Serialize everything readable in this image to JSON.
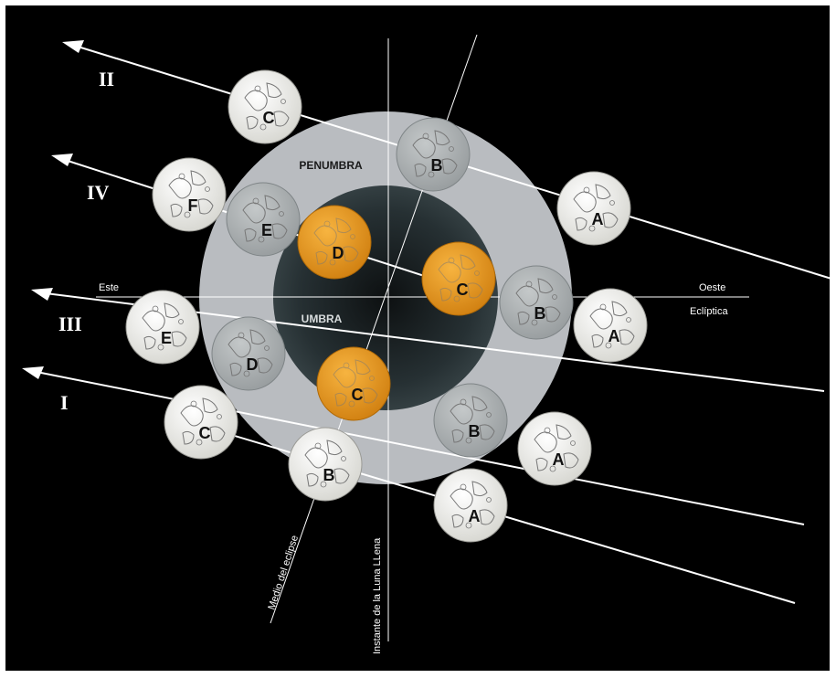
{
  "labels": {
    "penumbra": "PENUMBRA",
    "umbra": "UMBRA",
    "east": "Este",
    "west": "Oeste",
    "ecliptic": "Eclíptica",
    "mid_eclipse": "Medio del eclipse",
    "full_moon_instant": "Instante de la Luna LLena"
  },
  "paths": [
    {
      "id": "II",
      "label": "II"
    },
    {
      "id": "IV",
      "label": "IV"
    },
    {
      "id": "III",
      "label": "III"
    },
    {
      "id": "I",
      "label": "I"
    }
  ],
  "moons": [
    {
      "id": "moon-II-C",
      "letter": "C",
      "type": "white"
    },
    {
      "id": "moon-II-B",
      "letter": "B",
      "type": "gray"
    },
    {
      "id": "moon-II-A",
      "letter": "A",
      "type": "white"
    },
    {
      "id": "moon-IV-F",
      "letter": "F",
      "type": "white"
    },
    {
      "id": "moon-IV-E",
      "letter": "E",
      "type": "gray"
    },
    {
      "id": "moon-IV-D",
      "letter": "D",
      "type": "orange"
    },
    {
      "id": "moon-IV-C",
      "letter": "C",
      "type": "orange"
    },
    {
      "id": "moon-IV-B",
      "letter": "B",
      "type": "gray"
    },
    {
      "id": "moon-IV-A",
      "letter": "A",
      "type": "white"
    },
    {
      "id": "moon-III-E",
      "letter": "E",
      "type": "white"
    },
    {
      "id": "moon-III-D",
      "letter": "D",
      "type": "gray"
    },
    {
      "id": "moon-III-C",
      "letter": "C",
      "type": "orange"
    },
    {
      "id": "moon-III-B",
      "letter": "B",
      "type": "gray"
    },
    {
      "id": "moon-III-A",
      "letter": "A",
      "type": "white"
    },
    {
      "id": "moon-I-C",
      "letter": "C",
      "type": "white"
    },
    {
      "id": "moon-I-B",
      "letter": "B",
      "type": "white"
    },
    {
      "id": "moon-I-A",
      "letter": "A",
      "type": "white"
    }
  ],
  "colors": {
    "background": "#000000",
    "penumbra": "#b9bcc0",
    "umbra": "#2a3234",
    "moon_white": "#ededea",
    "moon_gray": "#aeb2b3",
    "moon_orange": "#e89820",
    "lines": "#ffffff"
  }
}
